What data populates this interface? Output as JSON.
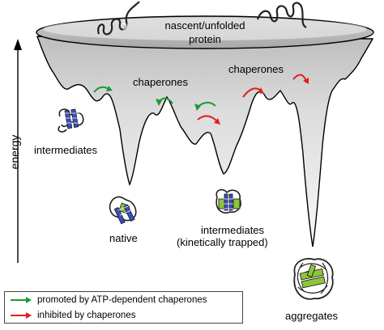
{
  "labels": {
    "nascent": "nascent/unfolded",
    "protein": "protein",
    "intermediates_left": "intermediates",
    "chaperones_1": "chaperones",
    "chaperones_2": "chaperones",
    "native": "native",
    "intermediates_trapped": "intermediates",
    "kinetically_trapped": "(kinetically trapped)",
    "aggregates": "aggregates",
    "energy": "energy"
  },
  "legend": {
    "promoted": "promoted by ATP-dependent chaperones",
    "inhibited": "inhibited by chaperones"
  },
  "colors": {
    "promoted_arrow": "#1a9a3a",
    "inhibited_arrow": "#e0201e",
    "funnel_fill": "#d8d8d8",
    "helix_blue": "#3a4fc4",
    "sheet_green": "#8cc43c"
  }
}
